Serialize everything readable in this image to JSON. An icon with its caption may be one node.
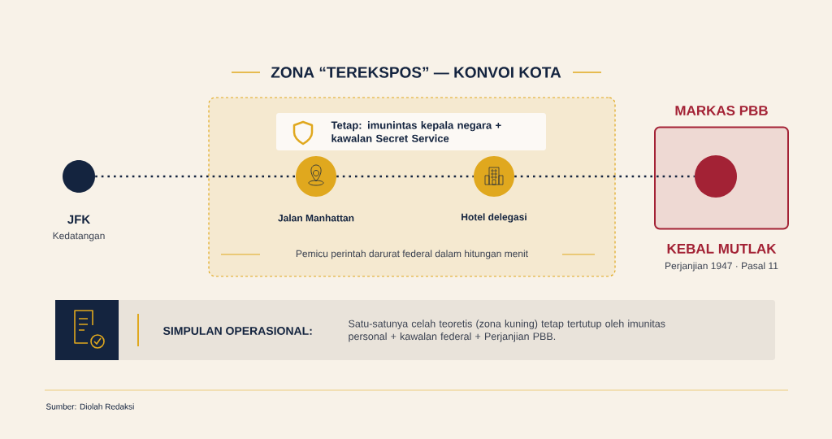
{
  "diagram": {
    "title": "ZONA “TEREKSPOS” — KONVOI KOTA",
    "nodes": [
      {
        "text": [
          "Pemicu perintah darurat federal dalam hitungan menit"
        ]
      },
      {
        "text": [
          "Tetap: imunintas kepala negara + kawalan Secret Service"
        ],
        "in": 0
      },
      {
        "text": [],
        "shape": "circle",
        "beside": [
          "JFK",
          "Kedatangan"
        ]
      },
      {
        "text": [],
        "shape": "circle",
        "in": 0,
        "beside": [
          "Jalan Manhattan"
        ]
      },
      {
        "text": [],
        "shape": "circle",
        "in": 0,
        "beside": [
          "Hotel delegasi"
        ]
      },
      {
        "text": [
          "MARKAS PBB"
        ],
        "beside": [
          "KEBAL MUTLAK",
          "Perjanjian 1947 · Pasal 11"
        ]
      },
      {
        "text": [],
        "shape": "circle",
        "in": 5
      },
      {
        "text": [
          "SIMPULAN OPERASIONAL:",
          "Satu-satunya celah teoretis (zona kuning) tetap tertutup oleh imunitas personal + kawalan federal + Perjanjian PBB."
        ]
      }
    ],
    "edges": [
      {
        "from": 2,
        "to": 3,
        "arrow": "none"
      },
      {
        "from": 3,
        "to": 4,
        "arrow": "none"
      },
      {
        "from": 4,
        "to": 6,
        "arrow": "none"
      }
    ],
    "labels": [
      "Sumber: Diolah Redaksi"
    ]
  }
}
